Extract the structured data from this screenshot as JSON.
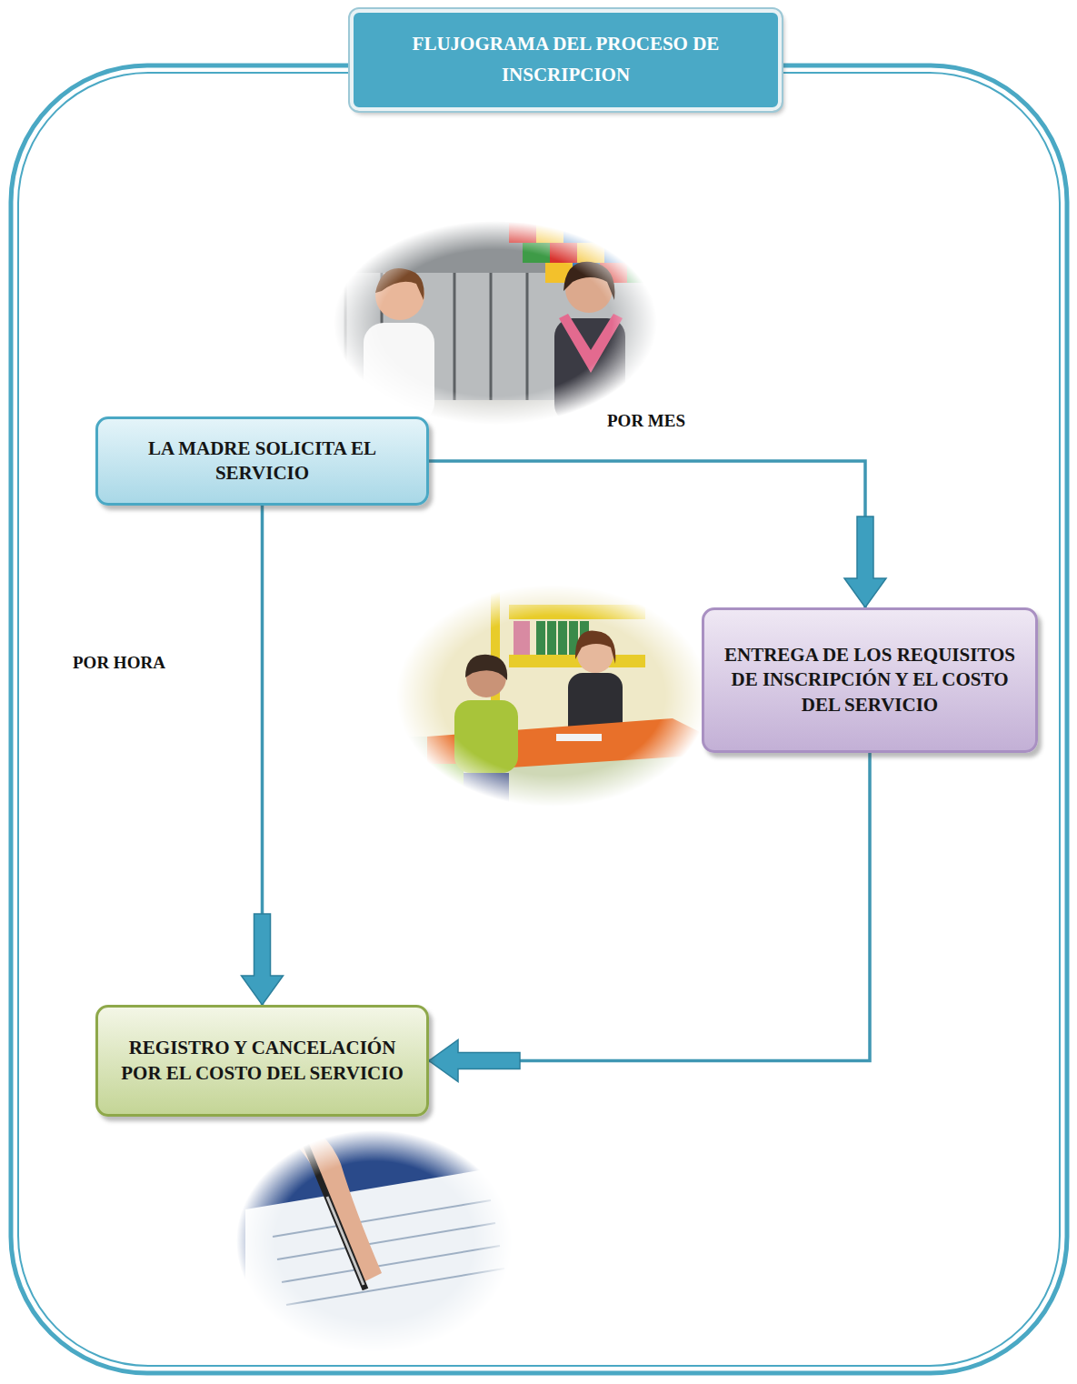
{
  "diagram": {
    "title": "FLUJOGRAMA DEL PROCESO DE INSCRIPCION",
    "nodes": [
      {
        "text": [
          "LA MADRE SOLICITA EL SERVICIO"
        ]
      },
      {
        "text": [
          "ENTREGA DE LOS REQUISITOS DE INSCRIPCIÓN Y EL COSTO DEL SERVICIO"
        ]
      },
      {
        "text": [
          "REGISTRO Y CANCELACIÓN POR EL COSTO DEL SERVICIO"
        ]
      }
    ],
    "edges": [
      {
        "from": 0,
        "to": 1,
        "label": "POR MES",
        "arrow": "to"
      },
      {
        "from": 0,
        "to": 2,
        "label": "POR HORA",
        "arrow": "to"
      },
      {
        "from": 1,
        "to": 2,
        "arrow": "to"
      }
    ]
  }
}
